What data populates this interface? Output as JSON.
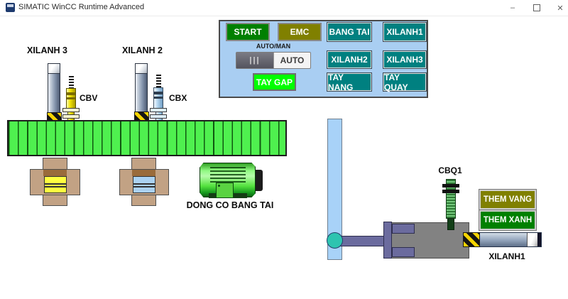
{
  "window": {
    "title": "SIMATIC WinCC Runtime Advanced",
    "controls": {
      "minimize": "–",
      "close": "✕"
    }
  },
  "panel": {
    "start": "START",
    "emc": "EMC",
    "bang_tai": "BANG TAI",
    "xilanh1": "XILANH1",
    "xilanh2": "XILANH2",
    "xilanh3": "XILANH3",
    "tay_gap": "TAY GAP",
    "tay_nang": "TAY NANG",
    "tay_quay": "TAY QUAY",
    "mode_label": "AUTO/MAN",
    "toggle": {
      "grip": "|||",
      "value": "AUTO"
    }
  },
  "station": {
    "xilanh3_label": "XILANH 3",
    "xilanh2_label": "XILANH 2",
    "cbv_label": "CBV",
    "cbx_label": "CBX",
    "motor_label": "DONG CO BANG TAI",
    "cbq1_label": "CBQ1",
    "them_vang": "THEM VANG",
    "them_xanh": "THEM XANH",
    "xilanh1_label": "XILANH1"
  },
  "colors": {
    "panel_bg": "#A9CEF2",
    "start_green": "#008000",
    "emc_olive": "#808000",
    "teal_button": "#008080",
    "tay_gap_lime": "#00FF00",
    "conveyor_green": "#4FF04F",
    "pivot_teal": "#2EC4B0",
    "hazard_yellow": "#F6D402",
    "box_tan": "#C2A284",
    "item_yellow": "#FFFF40",
    "item_blue": "#ABD2F2"
  }
}
